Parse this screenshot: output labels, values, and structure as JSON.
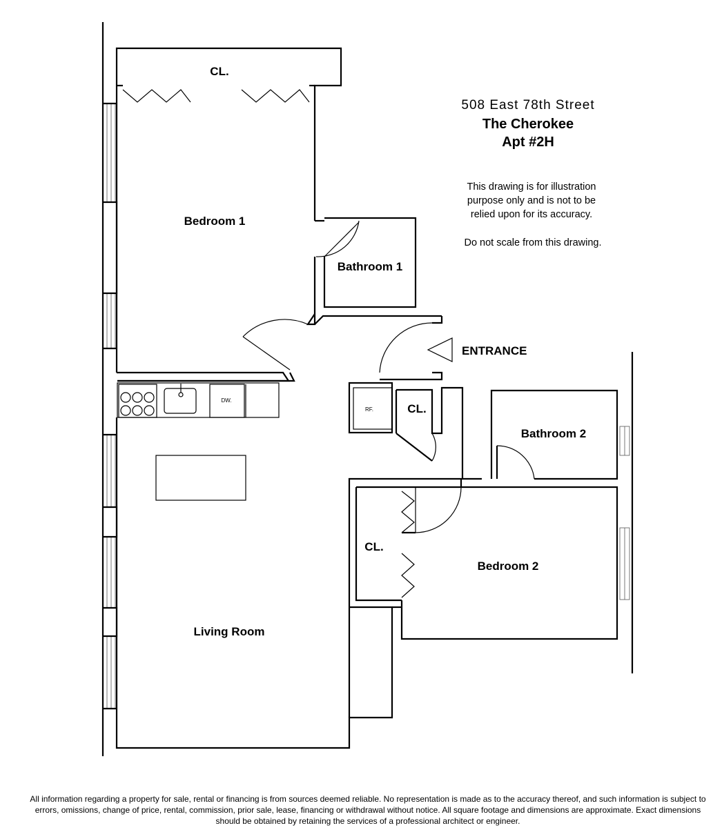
{
  "header": {
    "address": "508 East 78th Street",
    "building": "The Cherokee",
    "unit": "Apt #2H"
  },
  "notes": {
    "line1": "This drawing is for illustration",
    "line2": "purpose only and is not to be",
    "line3": "relied upon for its accuracy.",
    "scale_note": "Do not scale from this drawing."
  },
  "rooms": {
    "closet_top": "CL.",
    "bedroom1": "Bedroom 1",
    "bathroom1": "Bathroom 1",
    "entrance": "ENTRANCE",
    "closet_mid": "CL.",
    "bathroom2": "Bathroom 2",
    "closet_left": "CL.",
    "bedroom2": "Bedroom 2",
    "living_room": "Living Room"
  },
  "appliances": {
    "refrigerator": "RF.",
    "dishwasher": "DW."
  },
  "disclaimer": "All information regarding a property for sale, rental or financing is from sources deemed reliable. No representation is made as to the accuracy thereof, and such information is subject to errors, omissions, change of price, rental, commission, prior sale, lease, financing or withdrawal without notice. All square footage and dimensions are approximate. Exact dimensions should be obtained by retaining the services of a professional architect or engineer."
}
